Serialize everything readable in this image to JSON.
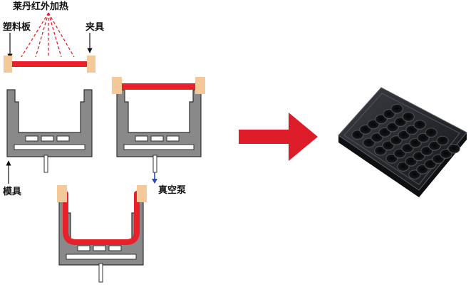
{
  "labels": {
    "heater": "莱丹红外加热",
    "plastic_sheet": "塑料板",
    "clamp": "夹具",
    "mold": "模具",
    "vacuum_pump": "真空泵"
  },
  "colors": {
    "sheet": "#e8202a",
    "clamp": "#f3c99a",
    "mold_fill": "#898989",
    "mold_outline": "#333333",
    "arrow": "#dd1c2a",
    "tray": "#1d1f22",
    "vacuum_arrow": "#2a4fa8"
  },
  "product": {
    "icon": "black-plastic-tray-image",
    "pockets": "36"
  }
}
